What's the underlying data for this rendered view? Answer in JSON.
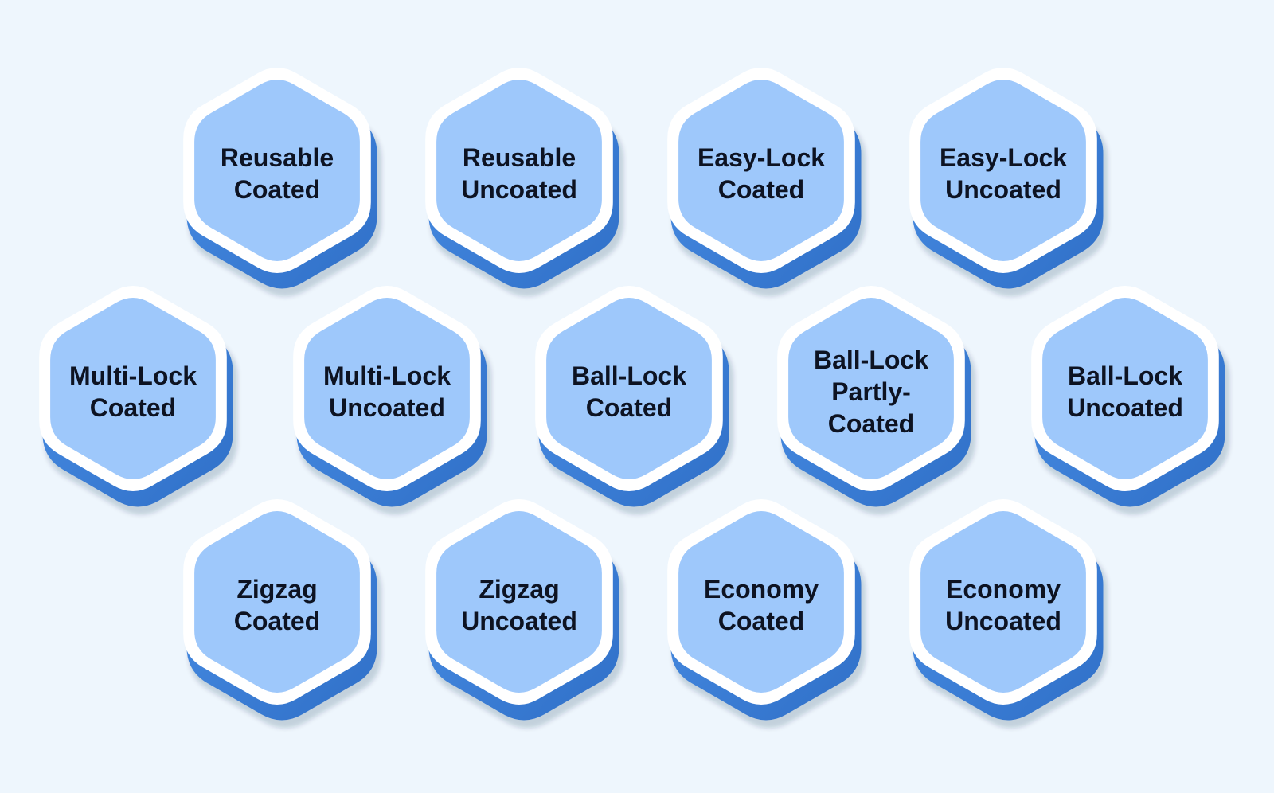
{
  "colors": {
    "background": "#eef6fd",
    "shadow_dark": "#2f6fc7",
    "shadow_light": "#4a8fe6",
    "outer_border": "#ffffff",
    "inner_fill": "#9ec8fb",
    "text": "#0d1322"
  },
  "rows": [
    {
      "items": [
        {
          "lines": [
            "Reusable",
            "Coated"
          ]
        },
        {
          "lines": [
            "Reusable",
            "Uncoated"
          ]
        },
        {
          "lines": [
            "Easy-Lock",
            "Coated"
          ]
        },
        {
          "lines": [
            "Easy-Lock",
            "Uncoated"
          ]
        }
      ]
    },
    {
      "items": [
        {
          "lines": [
            "Multi-Lock",
            "Coated"
          ]
        },
        {
          "lines": [
            "Multi-Lock",
            "Uncoated"
          ]
        },
        {
          "lines": [
            "Ball-Lock",
            "Coated"
          ]
        },
        {
          "lines": [
            "Ball-Lock",
            "Partly-",
            "Coated"
          ]
        },
        {
          "lines": [
            "Ball-Lock",
            "Uncoated"
          ]
        }
      ]
    },
    {
      "items": [
        {
          "lines": [
            "Zigzag",
            "Coated"
          ]
        },
        {
          "lines": [
            "Zigzag",
            "Uncoated"
          ]
        },
        {
          "lines": [
            "Economy",
            "Coated"
          ]
        },
        {
          "lines": [
            "Economy",
            "Uncoated"
          ]
        }
      ]
    }
  ]
}
